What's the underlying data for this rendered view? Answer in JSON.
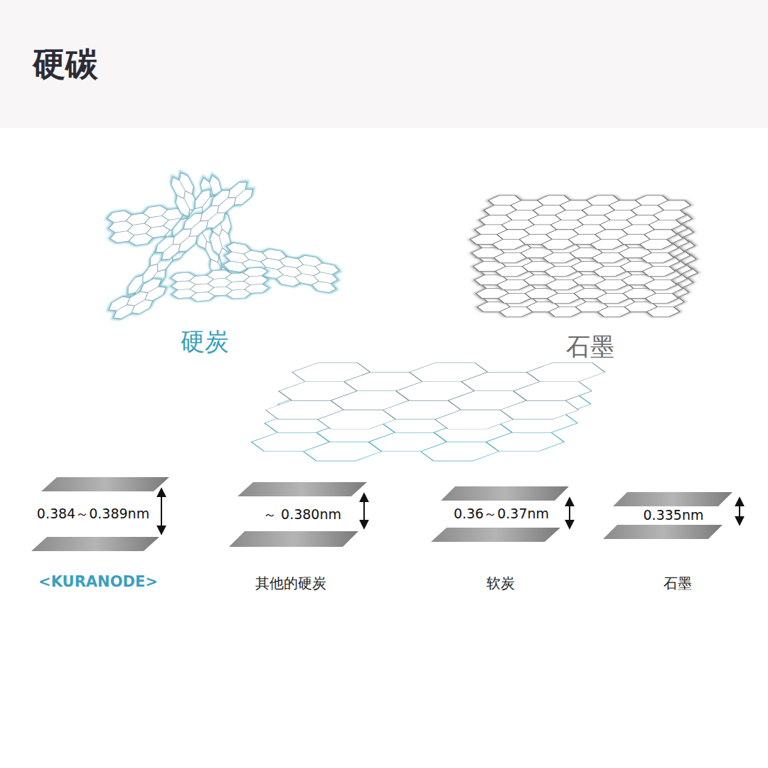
{
  "diagram": {
    "title": "硬碳",
    "labels": [
      "硬炭",
      "石墨",
      "0.384～0.389nm",
      "～ 0.380nm",
      "0.36～0.37nm",
      "0.335nm",
      "<KURANODE>",
      "其他的硬炭",
      "软炭",
      "石墨"
    ]
  }
}
